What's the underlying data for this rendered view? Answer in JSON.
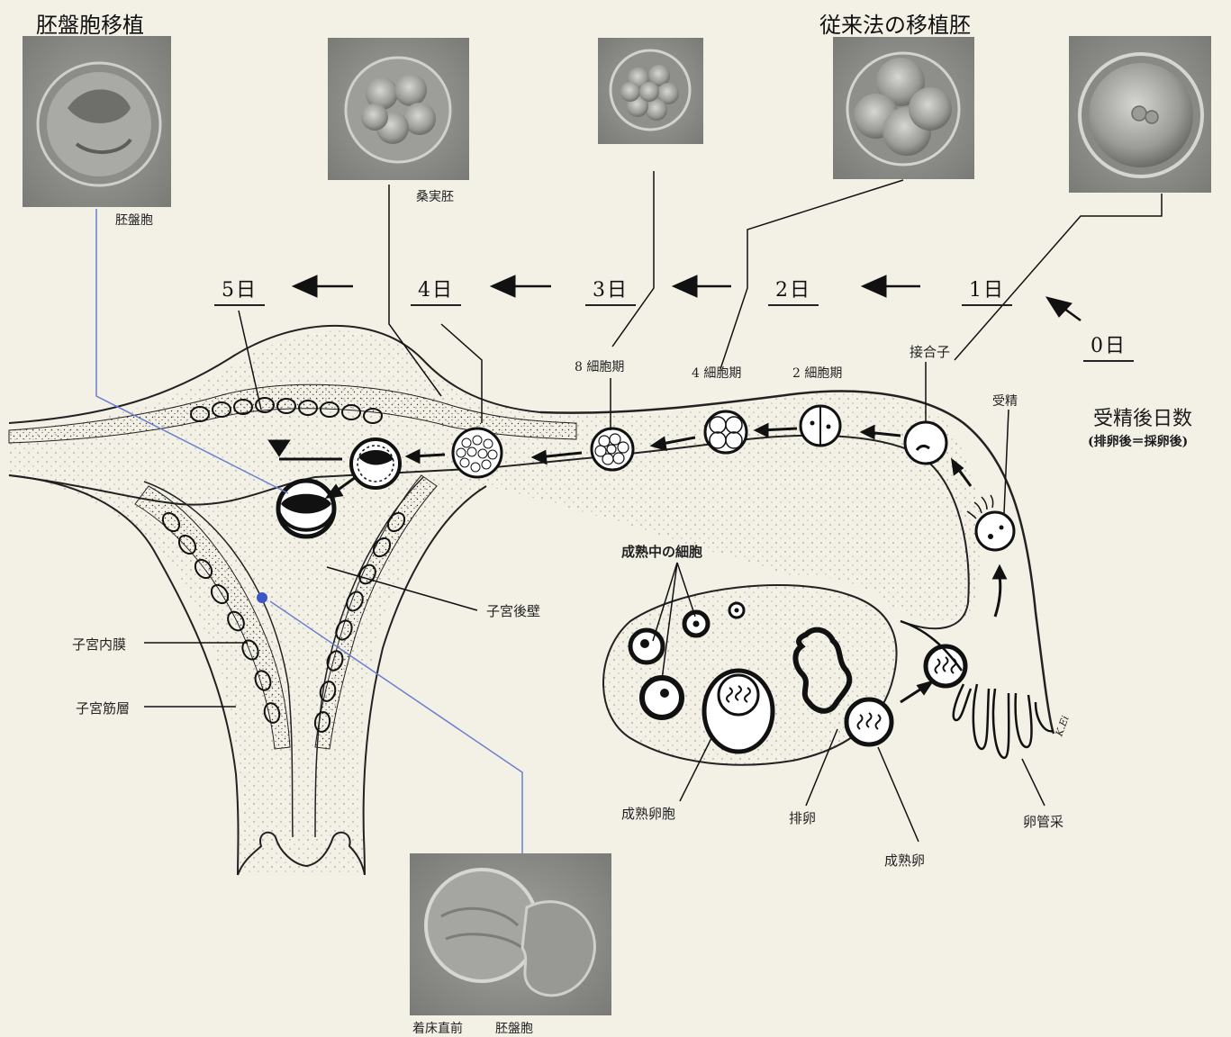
{
  "headings": {
    "blastocyst_transfer": "胚盤胞移植",
    "conventional_transfer": "従来法の移植胚"
  },
  "photo_captions": {
    "blastocyst": "胚盤胞",
    "morula": "桑実胚",
    "before_implantation_1": "着床直前",
    "before_implantation_2": "胚盤胞"
  },
  "days": {
    "day5": "5日",
    "day4": "4日",
    "day3": "3日",
    "day2": "2日",
    "day1": "1日",
    "day0": "0日"
  },
  "stages": {
    "cell8": "8 細胞期",
    "cell4": "4 細胞期",
    "cell2": "2 細胞期",
    "zygote": "接合子",
    "fertilization": "受精"
  },
  "side_title": {
    "main": "受精後日数",
    "sub": "(排卵後＝採卵後)"
  },
  "anatomy": {
    "maturing_cells": "成熟中の細胞",
    "posterior_wall": "子宮後壁",
    "endometrium": "子宮内膜",
    "myometrium": "子宮筋層",
    "mature_follicle": "成熟卵胞",
    "ovulation": "排卵",
    "mature_egg": "成熟卵",
    "fimbriae": "卵管采",
    "artist_mark": "K.Ei"
  },
  "colors": {
    "background": "#f3f0e6",
    "ink": "#1a1a1a",
    "leader_line": "#6b7fd0",
    "leader_dot": "#3a55c8"
  }
}
